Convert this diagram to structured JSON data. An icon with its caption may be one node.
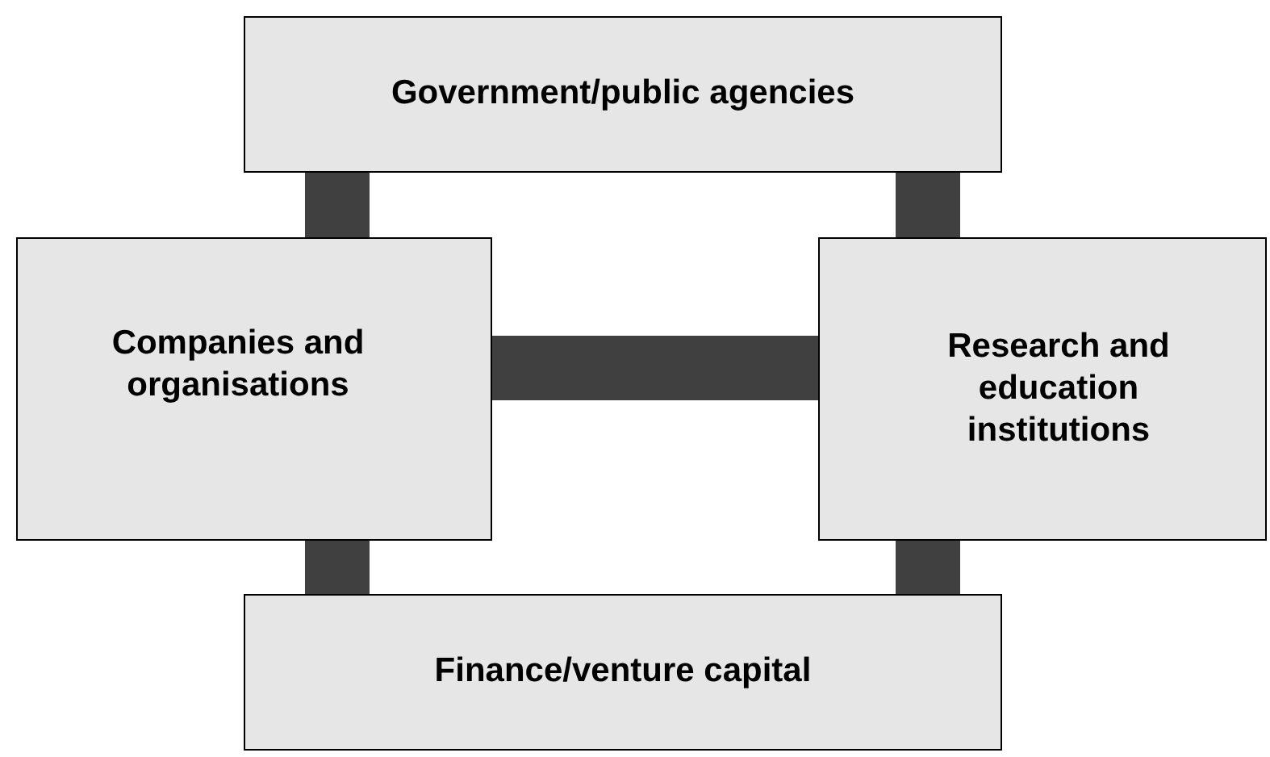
{
  "diagram": {
    "nodes": [
      {
        "text": [
          "Government/public agencies"
        ]
      },
      {
        "text": [
          "Companies and organisations"
        ]
      },
      {
        "text": [
          "Research and education institutions"
        ]
      },
      {
        "text": [
          "Finance/venture capital"
        ]
      }
    ],
    "edges": [
      {
        "from": 0,
        "to": 1,
        "arrow": "none"
      },
      {
        "from": 0,
        "to": 2,
        "arrow": "none"
      },
      {
        "from": 1,
        "to": 2,
        "arrow": "none"
      },
      {
        "from": 1,
        "to": 3,
        "arrow": "none"
      },
      {
        "from": 2,
        "to": 3,
        "arrow": "none"
      }
    ]
  }
}
